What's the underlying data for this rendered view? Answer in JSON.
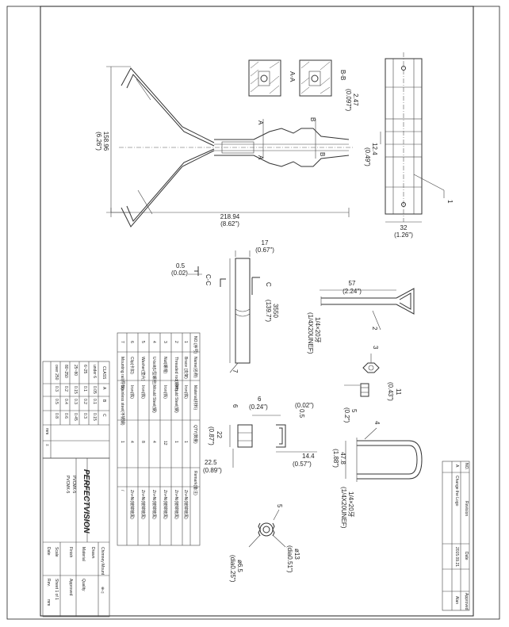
{
  "dims": {
    "height_mm": "158.96",
    "height_in": "(6.26\")",
    "width_mm": "218.94",
    "width_in": "(8.62\")",
    "wire_mm": "2.47",
    "wire_in": "(0.097\")",
    "strip_w_mm": "12.4",
    "strip_w_in": "(0.49\")",
    "strip_len_mm": "32",
    "strip_len_in": "(1.26\")",
    "rail_w_mm": "17",
    "rail_w_in": "(0.67\")",
    "rail_len_mm": "3550",
    "rail_len_in": "(139.7\")",
    "rail_t_mm": "0.5",
    "rail_t_in": "(0.02)",
    "rod_len_mm": "57",
    "rod_len_in": "(2.24\")",
    "rod_thread": "1/4×20牙",
    "rod_thread_std": "(1/4X20UNEF)",
    "nut_h_mm": "11",
    "nut_h_in": "(0.43\")",
    "nut_t_mm": "5",
    "nut_t_in": "(0.2\")",
    "clip_w_mm": "6",
    "clip_w_in": "(0.24\")",
    "clip_t_mm": "0.5",
    "clip_t_in": "(0.02\")",
    "clip_h_mm": "22",
    "clip_h_in": "(0.87\")",
    "clip_len_mm": "22.5",
    "clip_len_in": "(0.89\")",
    "clip_span_mm": "14.4",
    "clip_span_in": "(0.57\")",
    "ubolt_w_mm": "47.8",
    "ubolt_w_in": "(1.88\")",
    "ubolt_thread": "1/4×20牙",
    "ubolt_thread_std": "(1/4X20UNEF)",
    "washer_od_mm": "ø13",
    "washer_od_in": "(dia0.51\")",
    "washer_id_mm": "ø6.5",
    "washer_id_in": "(dia0.25\")"
  },
  "sections": {
    "aa": "A-A",
    "bb": "B-B",
    "cc": "C-C",
    "a": "A",
    "b": "B",
    "c": "C"
  },
  "callouts": [
    "1",
    "2",
    "3",
    "4",
    "5",
    "6",
    "7"
  ],
  "bom": {
    "headers": [
      "NO.(序号)",
      "Name(名称)",
      "Material(材料)",
      "QTY(数量)",
      "Remark(备注)"
    ],
    "rows": [
      [
        "1",
        "Brace (支架)",
        "Iron(铁)",
        "1",
        "Zn+Ni(镀锦镀黑)"
      ],
      [
        "2",
        "Threaded rod(螺杆)",
        "Mould Steel(钢)",
        "1",
        "Zn+Ni(镀锦镀黑)"
      ],
      [
        "3",
        "Nut(螺帽)",
        "Iron(铁)",
        "12",
        "Zn+Ni(镀锦镀黑)"
      ],
      [
        "4",
        "U-bolt(U型螺栓)",
        "Mould Steel(钢)",
        "4",
        "Zn+Ni(镀锦镀黑)"
      ],
      [
        "5",
        "Washer(垫片)",
        "Iron(铁)",
        "8",
        "Zn+Ni(镀锦镀黑)"
      ],
      [
        "6",
        "Clip(卡扣)",
        "Iron(铁)",
        "4",
        "Zn+Ni(镀锦镀黑)"
      ],
      [
        "7",
        "Mounting rail(导轨)",
        "Stainless steel(不锈钢)",
        "1",
        "/"
      ]
    ]
  },
  "tolerance": {
    "header": [
      "CLASS",
      "A",
      "B",
      "C"
    ],
    "rows": [
      [
        "under 6",
        "0.05",
        "0.1",
        "0.15"
      ],
      [
        "6~25",
        "0.1",
        "0.2",
        "0.3"
      ],
      [
        "25~80",
        "0.15",
        "0.3",
        "0.45"
      ],
      [
        "80~250",
        "0.2",
        "0.4",
        "0.6"
      ],
      [
        "over 250",
        "0.3",
        "0.5",
        "0.8"
      ]
    ],
    "unit": "mm",
    "angle": "±"
  },
  "title_block": {
    "logo": "PERFECTVISION",
    "title": "Chimney Mount",
    "part_no": "PVCMK-5",
    "desc": "PVCMK-5",
    "drawn": "Drawn",
    "date_label": "Date",
    "rev_label": "Rev.",
    "sheet_label": "Sheet 1 of 1",
    "scale_label": "Scale",
    "unit": "mm",
    "material_label": "Material",
    "finish_label": "Finish",
    "approved_label": "Approved",
    "checked_label": "Checked",
    "quality_label": "Quality",
    "projection": "⊕◁"
  },
  "revision": {
    "headers": [
      "NO.",
      "Revision",
      "Date",
      "Approved"
    ],
    "row": [
      "A",
      "Change the Logo",
      "2015.09.21",
      "Alan"
    ]
  }
}
